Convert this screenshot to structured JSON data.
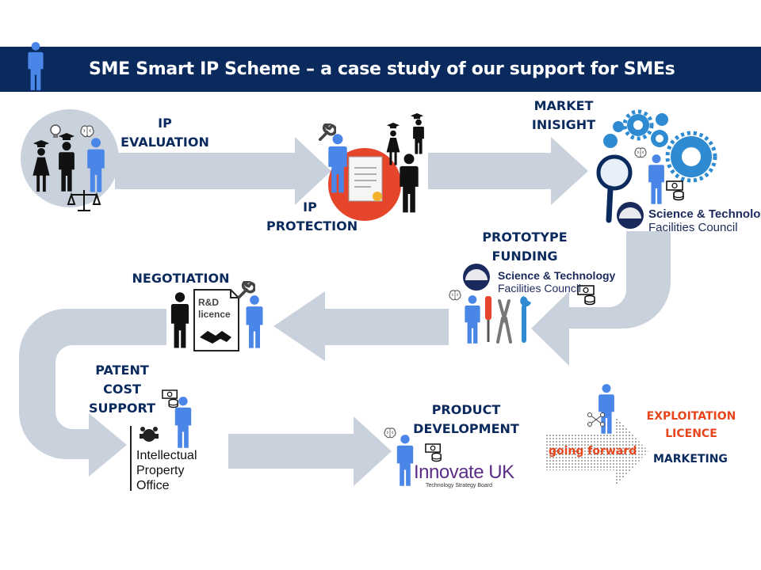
{
  "header": {
    "title": "SME Smart IP Scheme – a case study of our support for SMEs"
  },
  "steps": {
    "ip_evaluation": [
      "IP",
      "EVALUATION"
    ],
    "ip_protection": [
      "IP",
      "PROTECTION"
    ],
    "market_insight": [
      "MARKET",
      "INISIGHT"
    ],
    "prototype_funding": [
      "PROTOTYPE",
      "FUNDING"
    ],
    "negotiation": [
      "NEGOTIATION"
    ],
    "patent_cost_support": [
      "PATENT",
      "COST",
      "SUPPORT"
    ],
    "product_development": [
      "PRODUCT",
      "DEVELOPMENT"
    ]
  },
  "logos": {
    "stfc_line1": "Science & Technology",
    "stfc_line2": "Facilities Council",
    "ipo_lines": [
      "Intellectual",
      "Property",
      "Office"
    ],
    "innovate": "Innovate UK",
    "innovate_sub": "Technology Strategy Board",
    "document": [
      "R&D",
      "licence"
    ]
  },
  "outcomes": {
    "going_forward": "going forward",
    "exploitation": [
      "EXPLOITATION",
      "LICENCE"
    ],
    "marketing": "MARKETING"
  },
  "colors": {
    "header_bg": "#0a2a5e",
    "label": "#0a2a5e",
    "arrow": "#c9d2dc",
    "person_blue": "#4a86e8",
    "accent_orange": "#e8451c",
    "seal_red": "#e5452b"
  }
}
